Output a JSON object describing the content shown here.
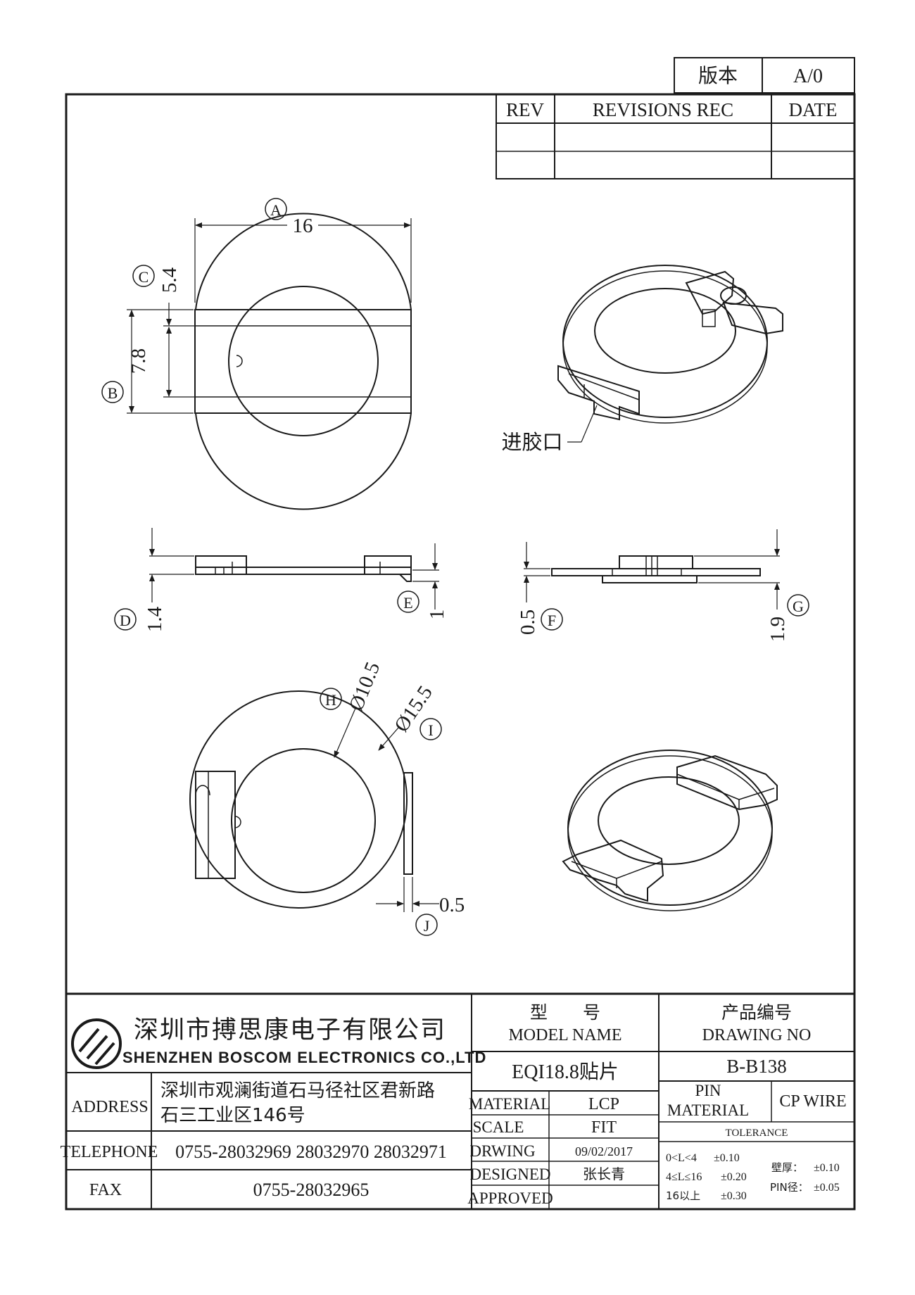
{
  "version_box": {
    "label": "版本",
    "value": "A/0"
  },
  "revisions": {
    "headers": {
      "rev": "REV",
      "rec": "REVISIONS REC",
      "date": "DATE"
    }
  },
  "dimensions": {
    "A": {
      "tag": "A",
      "value": "16"
    },
    "B": {
      "tag": "B",
      "value": "7.8"
    },
    "C": {
      "tag": "C",
      "value": "5.4"
    },
    "D": {
      "tag": "D",
      "value": "1.4"
    },
    "E": {
      "tag": "E",
      "value": "1"
    },
    "F": {
      "tag": "F",
      "value": "0.5"
    },
    "G": {
      "tag": "G",
      "value": "1.9"
    },
    "H": {
      "tag": "H",
      "value": "Ø10.5"
    },
    "I": {
      "tag": "I",
      "value": "Ø15.5"
    },
    "J": {
      "tag": "J",
      "value": "0.5"
    }
  },
  "callouts": {
    "gate": "进胶口"
  },
  "company": {
    "name_cn": "深圳市搏思康电子有限公司",
    "name_en": "SHENZHEN BOSCOM ELECTRONICS CO.,LTD",
    "address_label": "ADDRESS",
    "address_line1": "深圳市观澜街道石马径社区君新路",
    "address_line2": "石三工业区146号",
    "telephone_label": "TELEPHONE",
    "telephone": "0755-28032969 28032970 28032971",
    "fax_label": "FAX",
    "fax": "0755-28032965"
  },
  "model": {
    "label_cn": "型　　号",
    "label_en": "MODEL NAME",
    "value": "EQI18.8贴片"
  },
  "drawing_no": {
    "label_cn": "产品编号",
    "label_en": "DRAWING NO",
    "value": "B-B138"
  },
  "specs": {
    "material_label": "MATERIAL",
    "material": "LCP",
    "scale_label": "SCALE",
    "scale": "FIT",
    "drawing_label": "DRWING",
    "drawing_date": "09/02/2017",
    "designed_label": "DESIGNED",
    "designer": "张长青",
    "approved_label": "APPROVED",
    "approved": ""
  },
  "pin_material": {
    "label_line1": "PIN",
    "label_line2": "MATERIAL",
    "value": "CP WIRE"
  },
  "tolerance": {
    "label": "TOLERANCE",
    "rows": [
      {
        "range": "0<L<4",
        "value": "±0.10"
      },
      {
        "range": "4≤L≤16",
        "value": "±0.20"
      },
      {
        "range": "16以上",
        "value": "±0.30"
      }
    ],
    "wall_label": "壁厚：",
    "wall_value": "±0.10",
    "pin_label": "PIN径：",
    "pin_value": "±0.05"
  }
}
